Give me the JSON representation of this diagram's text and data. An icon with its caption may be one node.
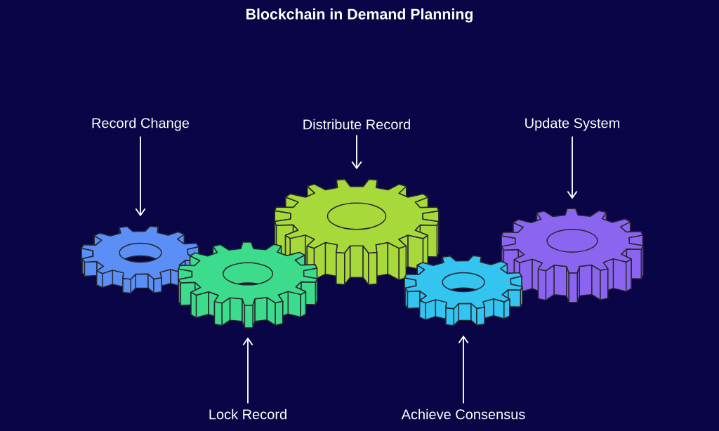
{
  "diagram": {
    "title": "Blockchain in Demand Planning",
    "nodes": [
      {
        "text": [
          "Record Change"
        ]
      },
      {
        "text": [
          "Distribute Record"
        ]
      },
      {
        "text": [
          "Update System"
        ]
      },
      {
        "text": [],
        "shape": "gear"
      },
      {
        "text": [],
        "shape": "gear"
      },
      {
        "text": [],
        "shape": "gear"
      },
      {
        "text": [],
        "shape": "gear"
      },
      {
        "text": [],
        "shape": "gear"
      },
      {
        "text": [
          "Lock Record"
        ]
      },
      {
        "text": [
          "Achieve Consensus"
        ]
      }
    ],
    "edges": [
      {
        "from": 0,
        "to": 3,
        "arrow": "to"
      },
      {
        "from": 1,
        "to": 5,
        "arrow": "to"
      },
      {
        "from": 2,
        "to": 7,
        "arrow": "to"
      },
      {
        "from": 8,
        "to": 4,
        "arrow": "to"
      },
      {
        "from": 9,
        "to": 6,
        "arrow": "to"
      }
    ]
  }
}
